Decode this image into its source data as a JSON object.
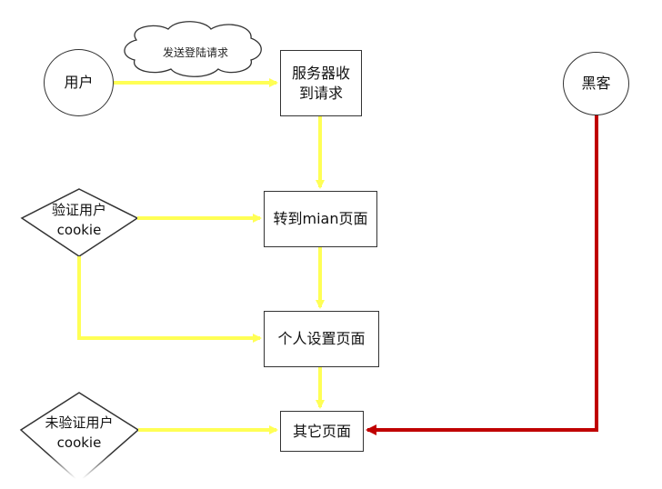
{
  "nodes": {
    "user": "用户",
    "server": "服务器收\n到请求",
    "hacker": "黑客",
    "main_page": "转到mian页面",
    "personal_settings": "个人设置页面",
    "other_pages": "其它页面",
    "verified_cookie": "验证用户\ncookie",
    "unverified_cookie": "未验证用户\ncookie"
  },
  "cloud": {
    "label": "发送登陆请求"
  },
  "colors": {
    "normal_flow": "#ffff55",
    "attack_flow": "#c00000",
    "stroke": "#333333"
  }
}
